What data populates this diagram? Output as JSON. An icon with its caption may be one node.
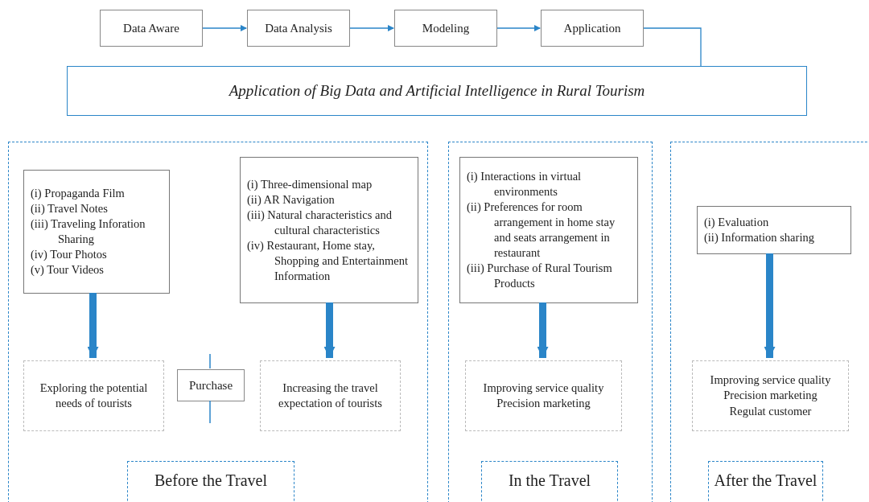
{
  "diagram": {
    "nodes": [
      {
        "text": [
          "Data Aware"
        ]
      },
      {
        "text": [
          "Data Analysis"
        ]
      },
      {
        "text": [
          "Modeling"
        ]
      },
      {
        "text": [
          "Application"
        ]
      },
      {
        "text": [
          "Application of Big Data and Artificial Intelligence in Rural Tourism"
        ]
      },
      {
        "text": [],
        "shape": "box"
      },
      {
        "text": [],
        "shape": "box"
      },
      {
        "text": [],
        "shape": "box"
      },
      {
        "text": [
          "(i) Propaganda Film",
          "(ii) Travel Notes",
          "(iii) Traveling Inforation Sharing",
          "(iv) Tour Photos",
          "(v) Tour Videos"
        ],
        "in": 5
      },
      {
        "text": [
          "(i) Three-dimensional map",
          "(ii) AR Navigation",
          "(iii) Natural characteristics and cultural characteristics",
          "(iv) Restaurant, Home stay, Shopping and Entertainment Information"
        ],
        "in": 5
      },
      {
        "text": [
          "Exploring the potential needs of tourists"
        ],
        "in": 5
      },
      {
        "text": [
          "Purchase"
        ],
        "in": 5
      },
      {
        "text": [
          "Increasing the travel expectation of tourists"
        ],
        "in": 5
      },
      {
        "text": [
          "Before the Travel"
        ],
        "in": 5
      },
      {
        "text": [
          "(i) Interactions in virtual environments",
          "(ii) Preferences for room arrangement in home stay and seats arrangement in restaurant",
          "(iii) Purchase of Rural Tourism Products"
        ],
        "in": 6
      },
      {
        "text": [
          "Improving service quality",
          "Precision marketing"
        ],
        "in": 6
      },
      {
        "text": [
          "In the Travel"
        ],
        "in": 6
      },
      {
        "text": [
          "(i) Evaluation",
          "(ii) Information sharing"
        ],
        "in": 7
      },
      {
        "text": [
          "Improving service quality",
          "Precision marketing",
          "Regulat customer"
        ],
        "in": 7
      },
      {
        "text": [
          "After the Travel"
        ],
        "in": 7
      }
    ],
    "edges": [
      {
        "from": 0,
        "to": 1,
        "arrow": "to"
      },
      {
        "from": 1,
        "to": 2,
        "arrow": "to"
      },
      {
        "from": 2,
        "to": 3,
        "arrow": "to"
      },
      {
        "from": 3,
        "to": 4,
        "arrow": "none"
      },
      {
        "from": 8,
        "to": 10,
        "arrow": "to",
        "style": "thick"
      },
      {
        "from": 9,
        "to": 12,
        "arrow": "to",
        "style": "thick"
      },
      {
        "from": 14,
        "to": 15,
        "arrow": "to",
        "style": "thick"
      },
      {
        "from": 17,
        "to": 18,
        "arrow": "to",
        "style": "thick"
      }
    ]
  }
}
